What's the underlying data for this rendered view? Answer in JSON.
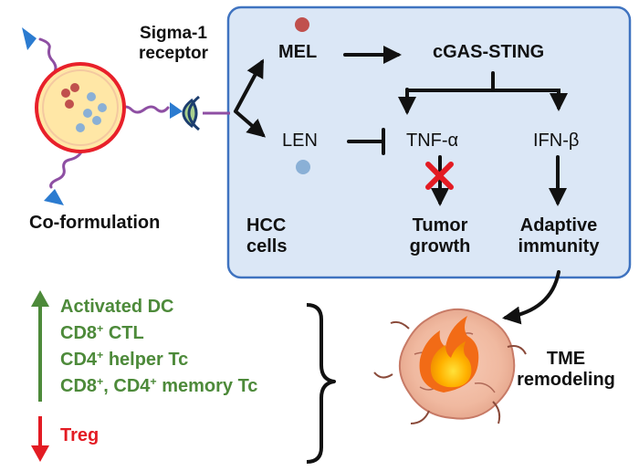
{
  "nanoparticle": {
    "label": "Co-formulation",
    "receptor_label_line1": "Sigma-1",
    "receptor_label_line2": "receptor"
  },
  "cell_panel": {
    "cell_label_line1": "HCC",
    "cell_label_line2": "cells",
    "mel": "MEL",
    "len": "LEN",
    "cgas_sting": "cGAS-STING",
    "tnf": "TNF-α",
    "ifn": "IFN-β",
    "tumor_line1": "Tumor",
    "tumor_line2": "growth",
    "adaptive_line1": "Adaptive",
    "adaptive_line2": "immunity"
  },
  "outcomes": {
    "up": [
      {
        "pre": "Activated DC",
        "sup": "",
        "post": ""
      },
      {
        "pre": "CD8",
        "sup": "+",
        "post": " CTL"
      },
      {
        "pre": "CD4",
        "sup": "+",
        "post": " helper Tc"
      },
      {
        "pre": "CD8",
        "sup": "+",
        "post": ", CD4",
        "sup2": "+",
        "post2": " memory Tc"
      }
    ],
    "down": "Treg"
  },
  "tme": {
    "line1": "TME",
    "line2": "remodeling"
  },
  "colors": {
    "panel_fill": "#dbe7f6",
    "panel_stroke": "#3f73c0",
    "mel_dot": "#c0504d",
    "len_dot": "#8ab0d6",
    "inhibit_x": "#e31b23",
    "up_arrow": "#4d8a3a",
    "down_arrow": "#e31b23",
    "tether": "#8e4fa3",
    "ligand": "#2b7bd0"
  }
}
